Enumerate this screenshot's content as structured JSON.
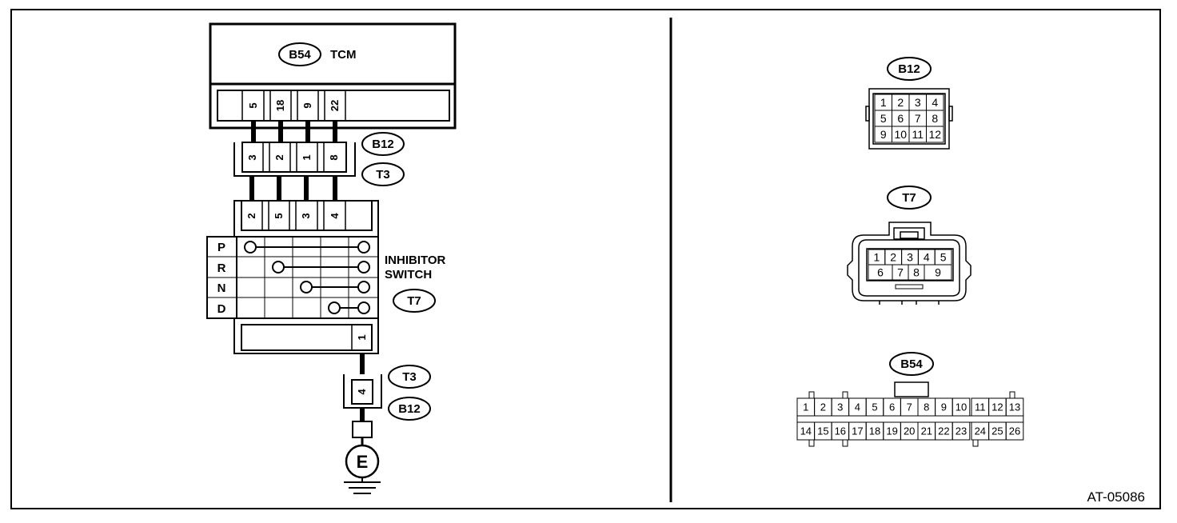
{
  "figure_id": "AT-05086",
  "left": {
    "tcm": {
      "connector": "B54",
      "name": "TCM",
      "pins": [
        "5",
        "18",
        "9",
        "22"
      ]
    },
    "mid_connector": {
      "top_tag": "B12",
      "bottom_tag": "T3",
      "pins": [
        "3",
        "2",
        "1",
        "8"
      ]
    },
    "switch_connector": {
      "pins": [
        "2",
        "5",
        "3",
        "4"
      ],
      "bottom_pin": "1"
    },
    "inhibitor_switch": {
      "line1": "INHIBITOR",
      "line2": "SWITCH",
      "connector": "T7",
      "positions": [
        "P",
        "R",
        "N",
        "D"
      ]
    },
    "ground_connector": {
      "top_tag": "T3",
      "bottom_tag": "B12",
      "pin": "4"
    },
    "ground_symbol": "E"
  },
  "right": {
    "b12": {
      "label": "B12",
      "rows": [
        [
          "1",
          "2",
          "3",
          "4"
        ],
        [
          "5",
          "6",
          "7",
          "8"
        ],
        [
          "9",
          "10",
          "11",
          "12"
        ]
      ]
    },
    "t7": {
      "label": "T7",
      "rows": [
        [
          "1",
          "2",
          "3",
          "4",
          "5"
        ],
        [
          "6",
          "7",
          "8",
          "9"
        ]
      ]
    },
    "b54": {
      "label": "B54",
      "top_left": [
        "1",
        "2"
      ],
      "top_mid": [
        "3",
        "4",
        "5",
        "6",
        "7",
        "8",
        "9",
        "10"
      ],
      "top_right": [
        "11",
        "12",
        "13"
      ],
      "bot_left": [
        "14",
        "15"
      ],
      "bot_mid": [
        "16",
        "17",
        "18",
        "19",
        "20",
        "21",
        "22",
        "23"
      ],
      "bot_right": [
        "24",
        "25",
        "26"
      ]
    }
  }
}
